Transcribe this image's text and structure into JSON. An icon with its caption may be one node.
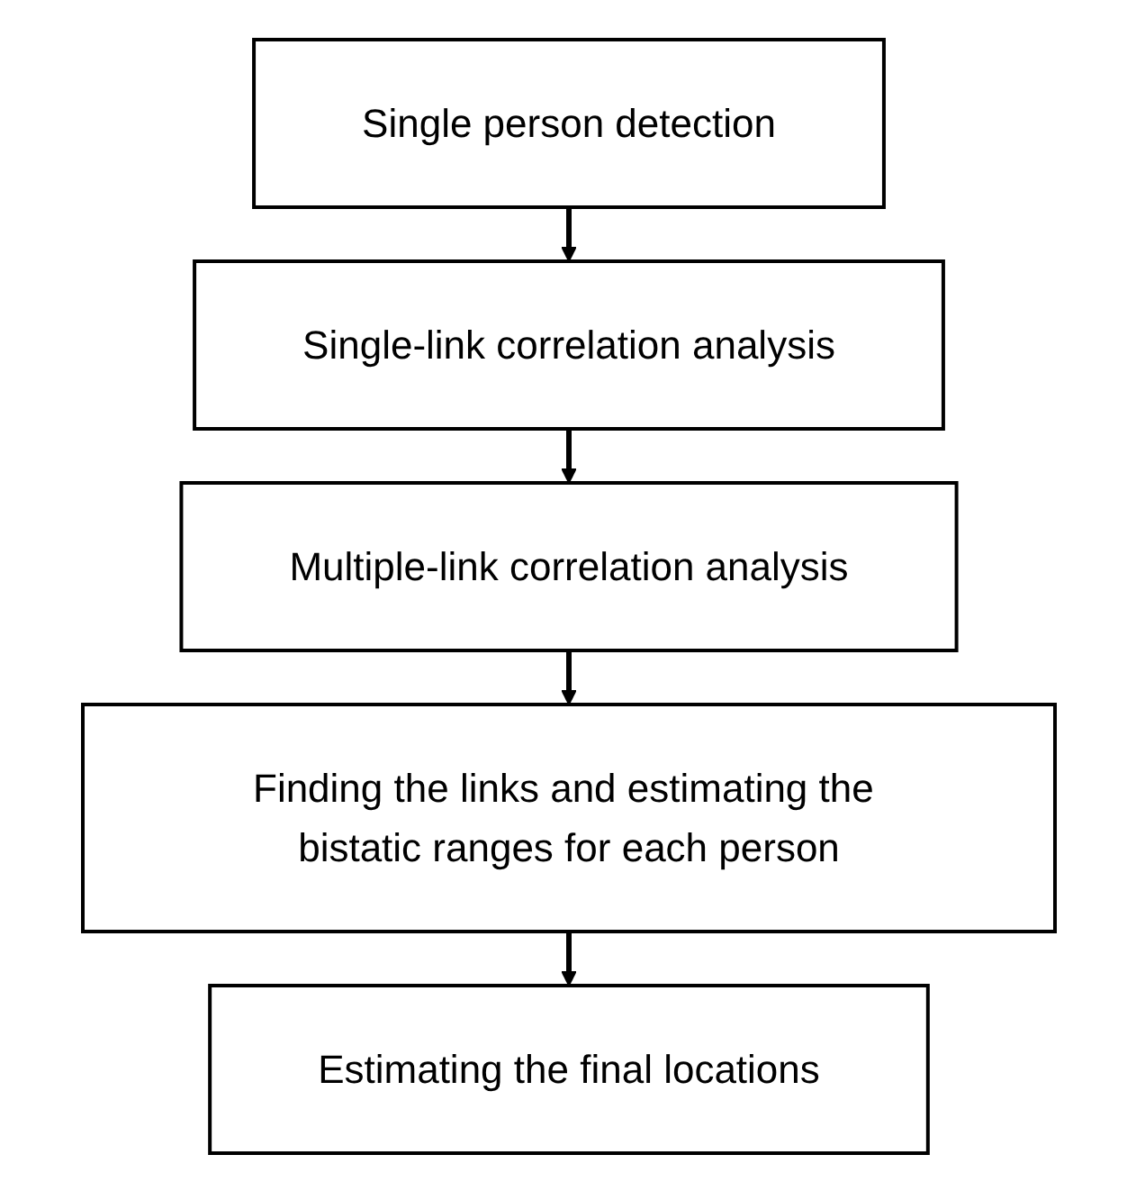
{
  "diagram": {
    "nodes": [
      {
        "text": [
          "Single person detection"
        ]
      },
      {
        "text": [
          "Single-link correlation analysis"
        ]
      },
      {
        "text": [
          "Multiple-link correlation analysis"
        ]
      },
      {
        "text": [
          "Finding the links and estimating the bistatic ranges for each person"
        ]
      },
      {
        "text": [
          "Estimating the final locations"
        ]
      }
    ],
    "edges": [
      {
        "from": 0,
        "to": 1,
        "arrow": "to"
      },
      {
        "from": 1,
        "to": 2,
        "arrow": "to"
      },
      {
        "from": 2,
        "to": 3,
        "arrow": "to"
      },
      {
        "from": 3,
        "to": 4,
        "arrow": "to"
      }
    ]
  }
}
